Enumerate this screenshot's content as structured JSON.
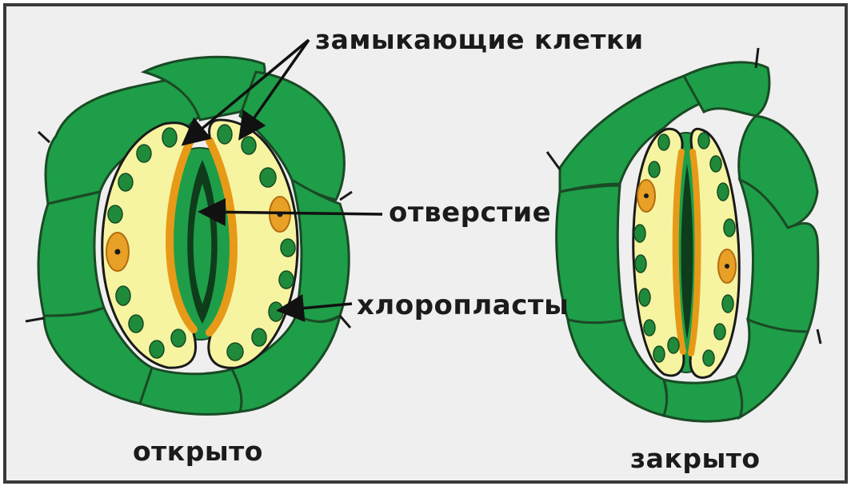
{
  "labels": {
    "guard_cells": "замыкающие клетки",
    "pore": "отверстие",
    "chloroplasts": "хлоропласты",
    "open": "открыто",
    "closed": "закрыто"
  },
  "colors": {
    "epidermis": "#1e9e48",
    "cell_border": "#1a4a25",
    "guard_cell": "#f6f4a0",
    "wall": "#e79a18",
    "chloroplast": "#1f8a3a",
    "pore": "#0f3d1c",
    "nucleus": "#e8a026"
  }
}
